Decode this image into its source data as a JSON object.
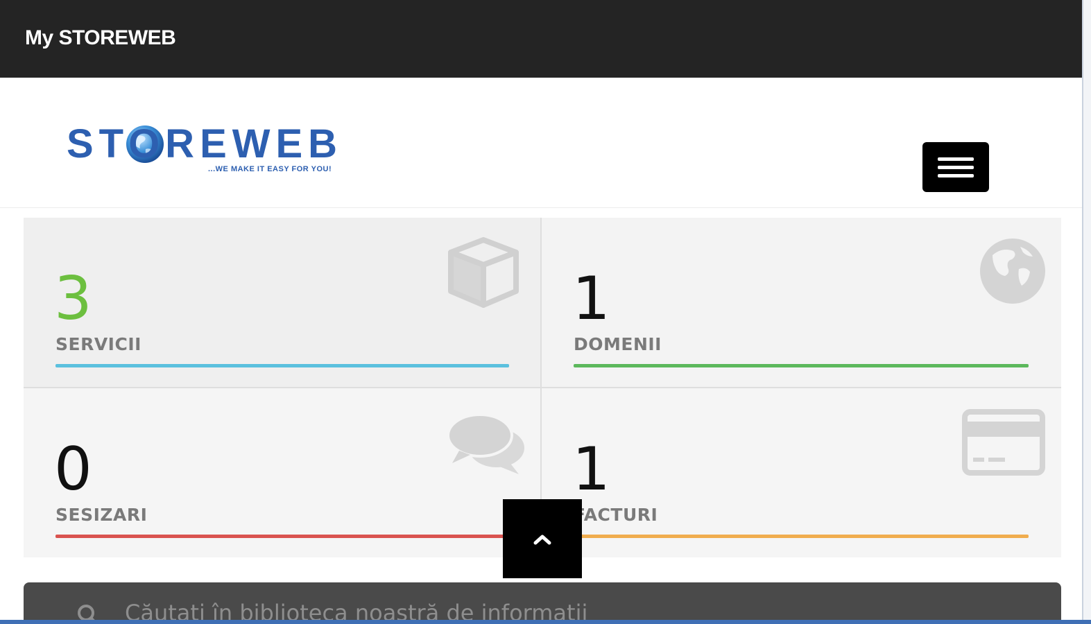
{
  "app": {
    "title": "My STOREWEB"
  },
  "header": {
    "logo": {
      "text": "STOREWEB",
      "tagline": "...WE MAKE IT EASY FOR YOU!"
    },
    "menu_icon": "hamburger-icon"
  },
  "tiles": [
    {
      "count": "3",
      "label": "SERVICII",
      "icon": "cube-icon",
      "count_color": "#6cbf3f",
      "accent": "#5bc0de"
    },
    {
      "count": "1",
      "label": "DOMENII",
      "icon": "globe-icon",
      "count_color": "#111111",
      "accent": "#5cb85c"
    },
    {
      "count": "0",
      "label": "SESIZARI",
      "icon": "chat-bubbles-icon",
      "count_color": "#111111",
      "accent": "#d9534f"
    },
    {
      "count": "1",
      "label": "FACTURI",
      "icon": "credit-card-icon",
      "count_color": "#111111",
      "accent": "#f0ad4e"
    }
  ],
  "back_to_top": {
    "icon": "chevron-up-icon"
  },
  "search": {
    "placeholder": "Căutați în biblioteca noastră de informații",
    "icon": "search-icon"
  },
  "colors": {
    "topbar": "#242424",
    "brand": "#2d5fb0"
  }
}
